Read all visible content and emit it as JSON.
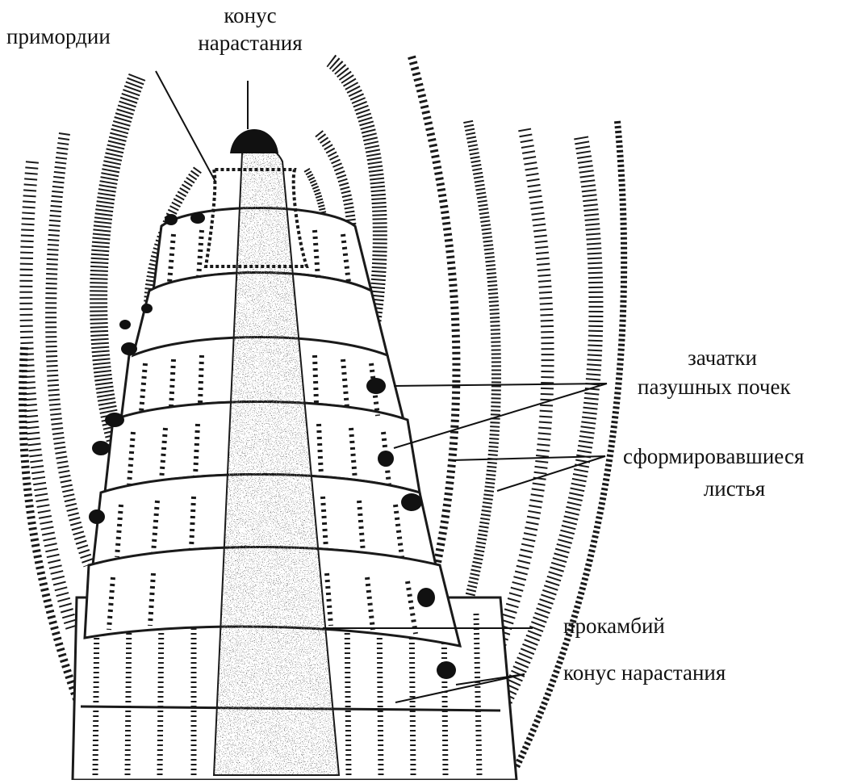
{
  "labels": {
    "primordia": "примордии",
    "apex_top_line1": "конус",
    "apex_top_line2": "нарастания",
    "axillary_line1": "зачатки",
    "axillary_line2": "пазушных почек",
    "leaves_line1": "сформировавшиеся",
    "leaves_line2": "листья",
    "procambium": "прокамбий",
    "apex_lower": "конус нарастания"
  },
  "colors": {
    "ink": "#111111",
    "background": "#ffffff"
  }
}
